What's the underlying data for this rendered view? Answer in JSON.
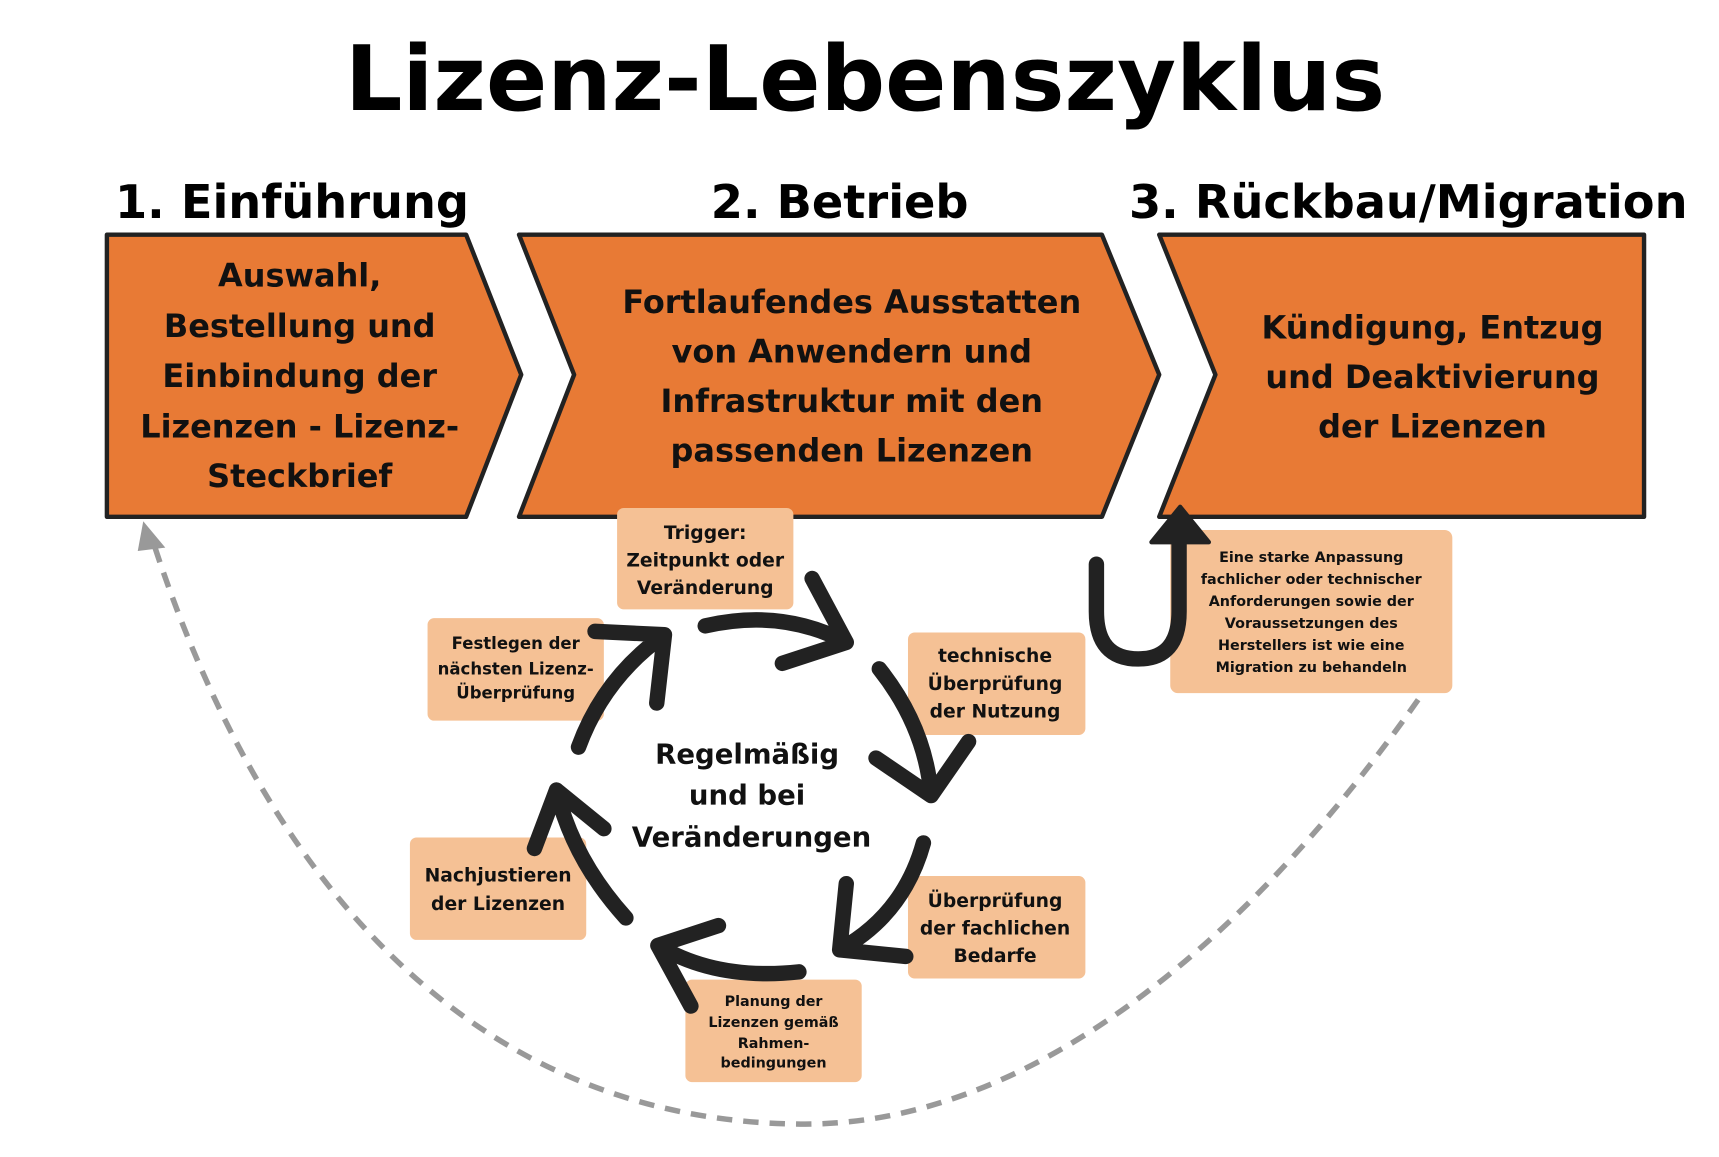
{
  "title": "Lizenz-Lebenszyklus",
  "phases": [
    {
      "heading": "1. Einführung",
      "lines": [
        "Auswahl,",
        "Bestellung und",
        "Einbindung der",
        "Lizenzen - Lizenz-",
        "Steckbrief"
      ]
    },
    {
      "heading": "2. Betrieb",
      "lines": [
        "Fortlaufendes Ausstatten",
        "von Anwendern und",
        "Infrastruktur mit den",
        "passenden Lizenzen"
      ]
    },
    {
      "heading": "3. Rückbau/Migration",
      "lines": [
        "Kündigung, Entzug",
        "und Deaktivierung",
        "der Lizenzen"
      ]
    }
  ],
  "cycle": {
    "center": [
      "Regelmäßig",
      "und bei",
      "Veränderungen"
    ],
    "steps": [
      {
        "lines": [
          "Trigger:",
          "Zeitpunkt oder",
          "Veränderung"
        ]
      },
      {
        "lines": [
          "technische",
          "Überprüfung",
          "der Nutzung"
        ]
      },
      {
        "lines": [
          "Überprüfung",
          "der fachlichen",
          "Bedarfe"
        ]
      },
      {
        "lines": [
          "Planung der",
          "Lizenzen gemäß",
          "Rahmen-",
          "bedingungen"
        ]
      },
      {
        "lines": [
          "Nachjustieren",
          "der Lizenzen"
        ]
      },
      {
        "lines": [
          "Festlegen der",
          "nächsten Lizenz-",
          "Überprüfung"
        ]
      }
    ]
  },
  "note": {
    "lines": [
      "Eine starke Anpassung",
      "fachlicher oder technischer",
      "Anforderungen sowie der",
      "Voraussetzungen des",
      "Herstellers ist wie eine",
      "Migration zu behandeln"
    ]
  },
  "colors": {
    "phase_fill": "#E87A35",
    "box_fill": "#F5C195",
    "arrow": "#222222",
    "dashed": "#999999"
  }
}
